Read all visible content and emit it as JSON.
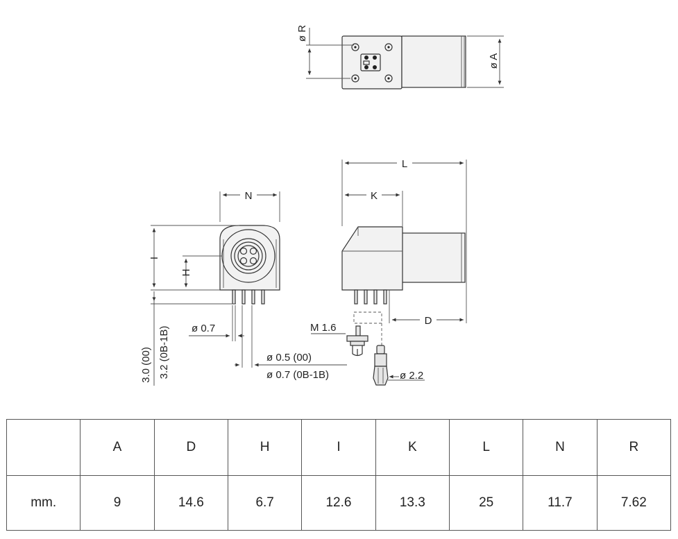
{
  "dims": {
    "R": "ø R",
    "A": "ø A",
    "L": "L",
    "K": "K",
    "N": "N",
    "I": "I",
    "H": "H",
    "D": "D",
    "pin_dia": "ø 0.7",
    "pin_len_00": "3.0 (00)",
    "pin_len_0b": "3.2 (0B-1B)",
    "hole_00": "ø 0.5 (00)",
    "hole_0b": "ø 0.7 (0B-1B)",
    "screw": "M 1.6",
    "nut_dia": "ø 2.2"
  },
  "table": {
    "headers": [
      "",
      "A",
      "D",
      "H",
      "I",
      "K",
      "L",
      "N",
      "R"
    ],
    "row": [
      "mm.",
      "9",
      "14.6",
      "6.7",
      "12.6",
      "13.3",
      "25",
      "11.7",
      "7.62"
    ]
  }
}
